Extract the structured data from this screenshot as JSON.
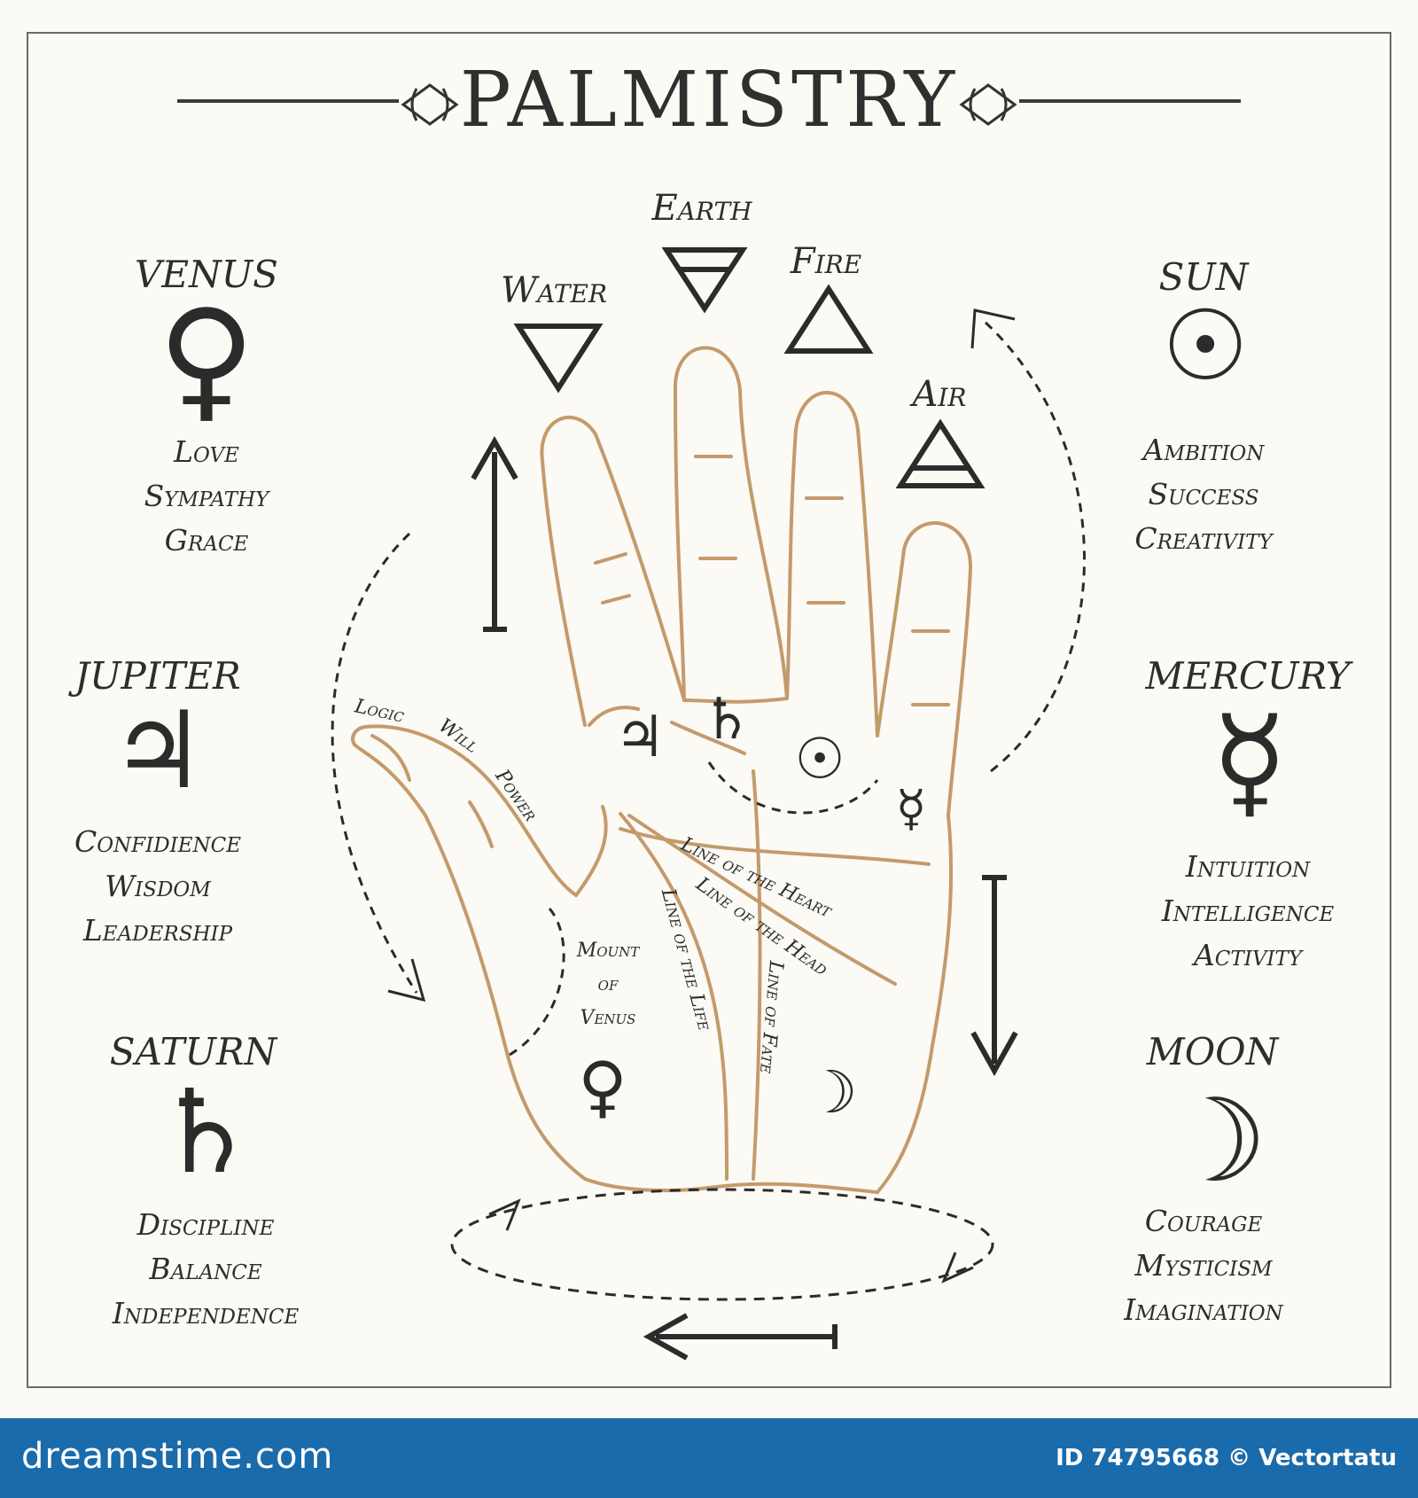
{
  "title": "PALMISTRY",
  "planets": {
    "venus": {
      "name": "VENUS",
      "glyph": "♀",
      "traits": [
        "Love",
        "Sympathy",
        "Grace"
      ]
    },
    "jupiter": {
      "name": "JUPITER",
      "glyph": "♃",
      "traits": [
        "Confidience",
        "Wisdom",
        "Leadership"
      ]
    },
    "saturn": {
      "name": "SATURN",
      "glyph": "♄",
      "traits": [
        "Discipline",
        "Balance",
        "Independence"
      ]
    },
    "sun": {
      "name": "SUN",
      "glyph": "☉",
      "traits": [
        "Ambition",
        "Success",
        "Creativity"
      ]
    },
    "mercury": {
      "name": "MERCURY",
      "glyph": "☿",
      "traits": [
        "Intuition",
        "Intelligence",
        "Activity"
      ]
    },
    "moon": {
      "name": "MOON",
      "glyph": "☽",
      "traits": [
        "Courage",
        "Mysticism",
        "Imagination"
      ]
    }
  },
  "elements": {
    "earth": "Earth",
    "water": "Water",
    "fire": "Fire",
    "air": "Air"
  },
  "palm_labels": {
    "logic": "Logic",
    "will": "Will",
    "power": "Power",
    "heart": "Line of the Heart",
    "head": "Line of the Head",
    "life": "Line of the Life",
    "fate": "Line of Fate",
    "mount_1": "Mount",
    "mount_2": "of",
    "mount_3": "Venus"
  },
  "palm_glyphs": {
    "jupiter": "♃",
    "saturn": "♄",
    "sun": "☉",
    "mercury": "☿",
    "venus": "♀",
    "moon": "☽"
  },
  "footer": {
    "brand": "dreamstime.com",
    "id_text": "ID 74795668 © Vectortatu"
  },
  "colors": {
    "hand_outline": "#c49a6c",
    "ink": "#2b2b2b",
    "background": "#fbfaf4",
    "footer": "#1a6bab"
  }
}
